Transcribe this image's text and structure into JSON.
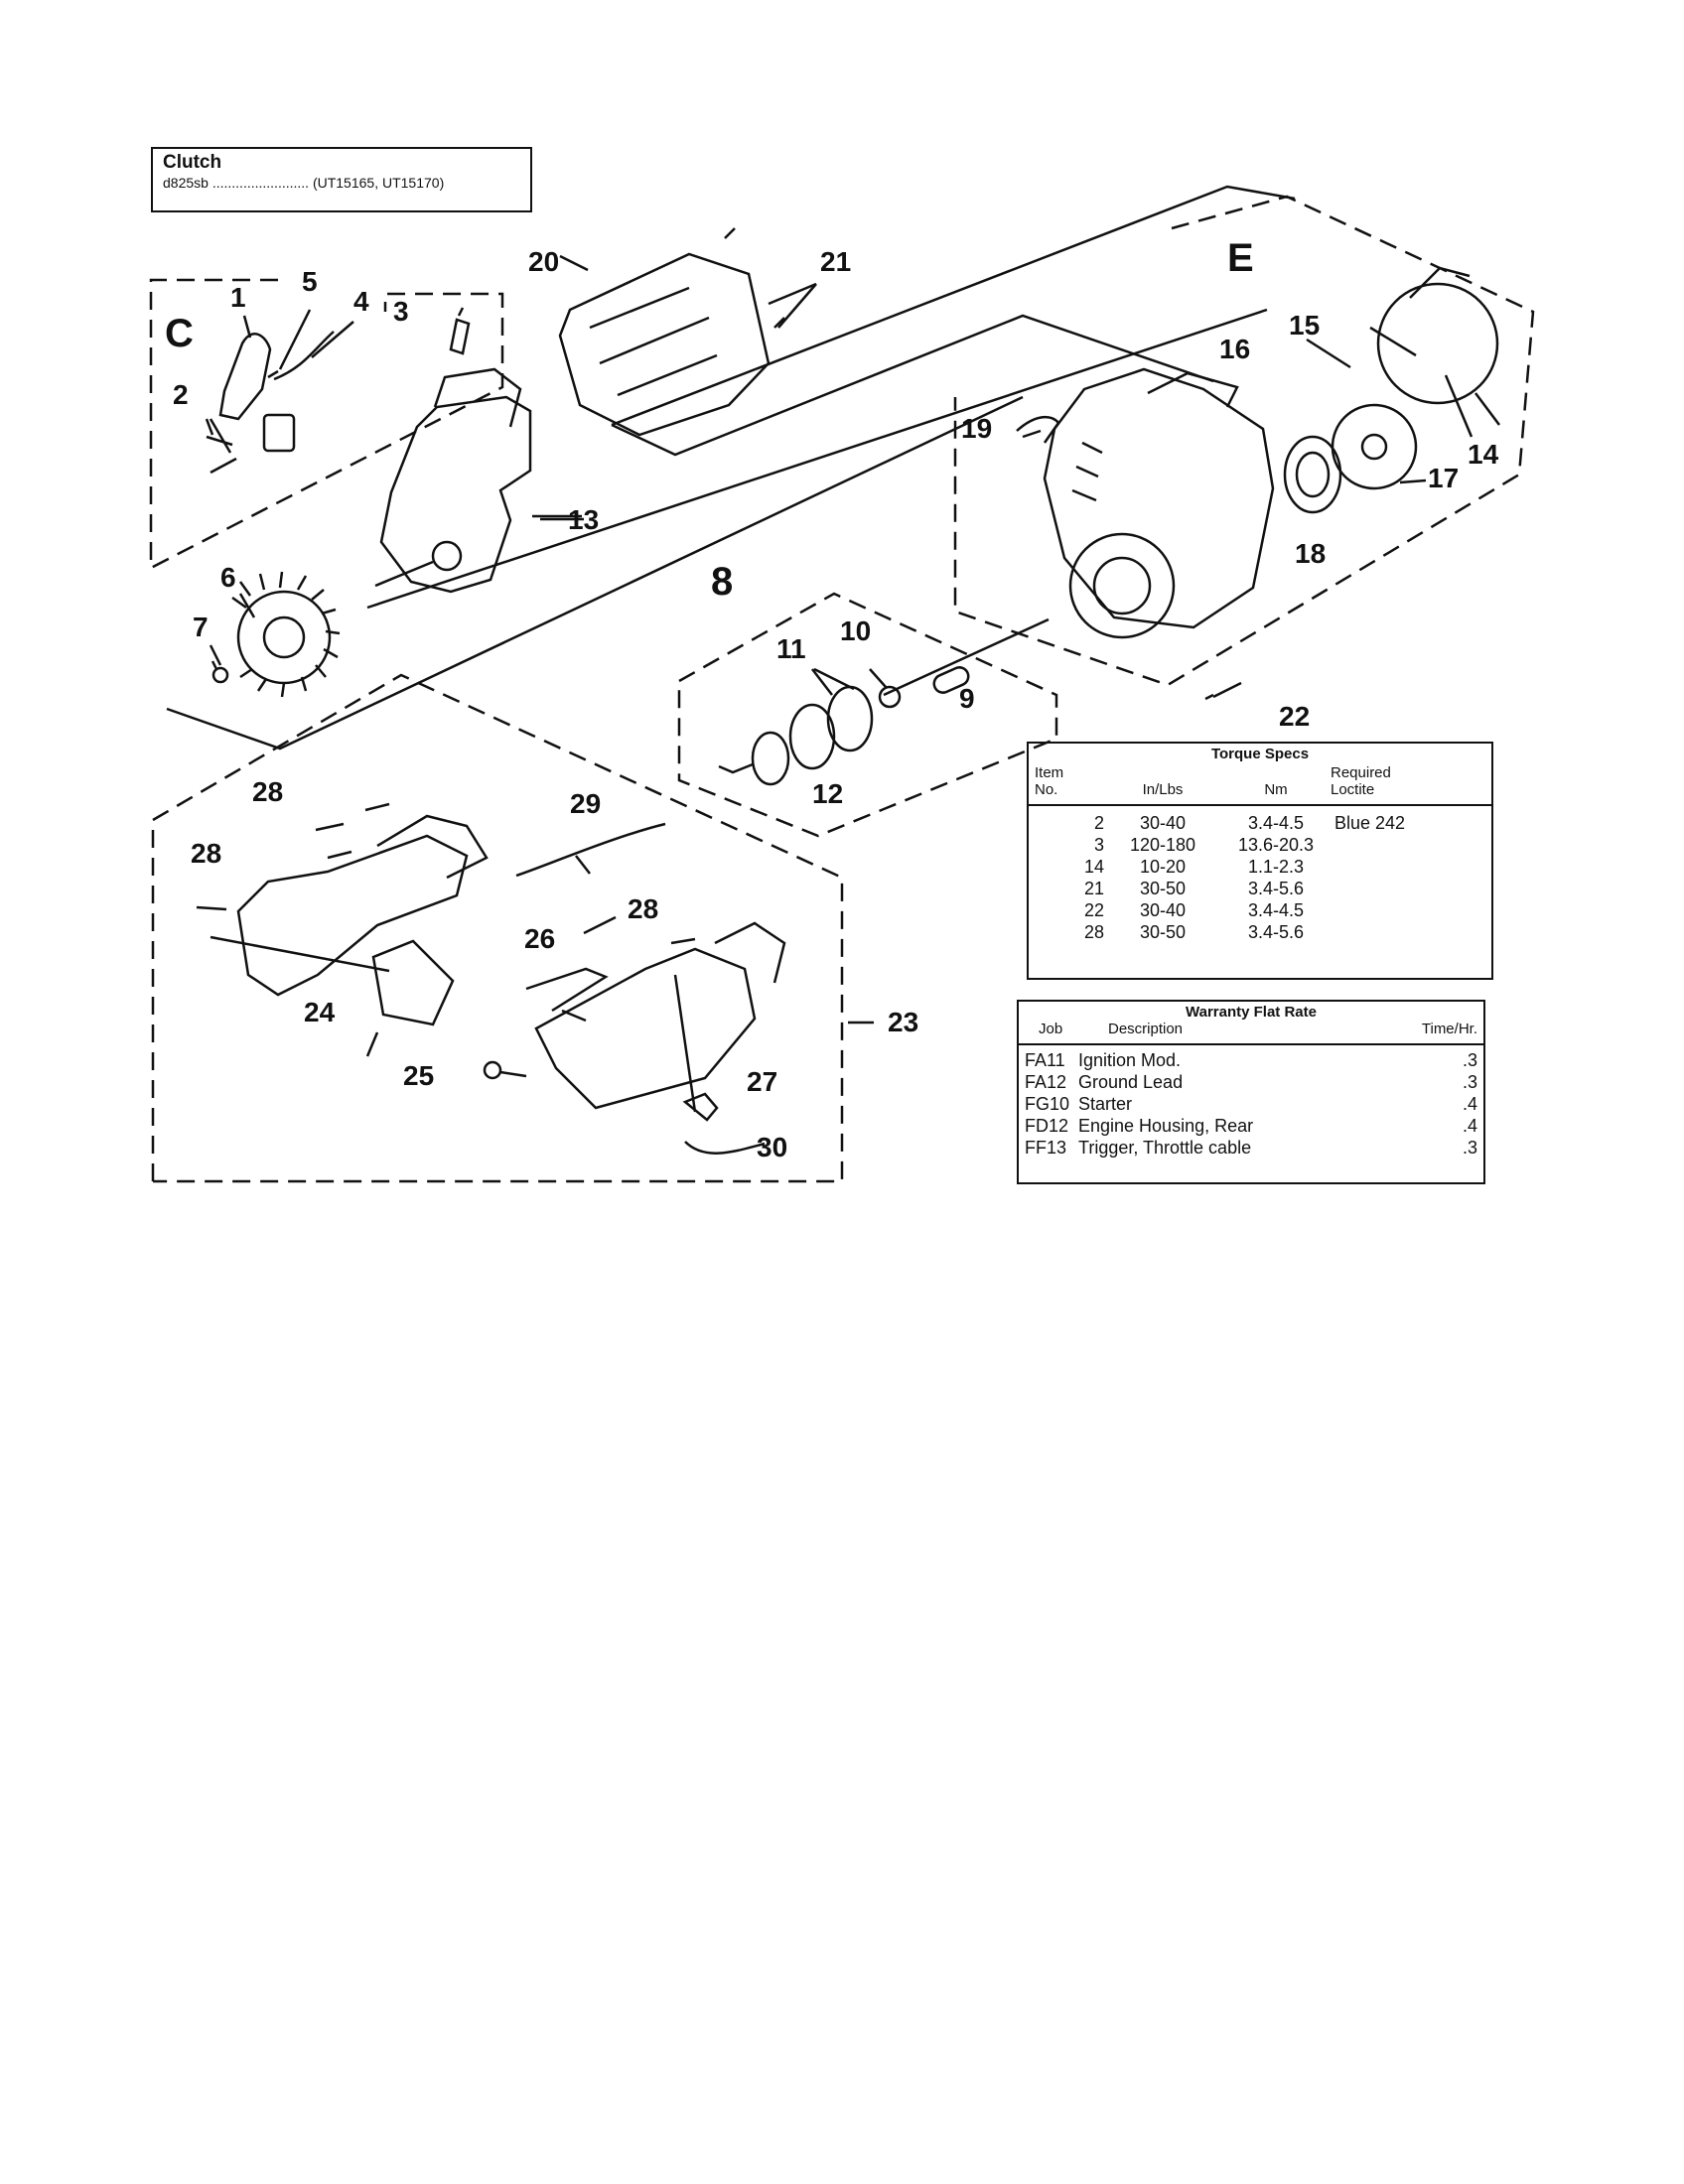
{
  "header": {
    "title": "Clutch",
    "model_line": "d825sb ......................... (UT15165, UT15170)"
  },
  "sections": [
    "C",
    "E",
    "8"
  ],
  "callouts": {
    "n1": "1",
    "n2": "2",
    "n3": "3",
    "n4": "4",
    "n5": "5",
    "n6": "6",
    "n7": "7",
    "n9": "9",
    "n10": "10",
    "n11": "11",
    "n12": "12",
    "n13": "13",
    "n14": "14",
    "n15": "15",
    "n16": "16",
    "n17": "17",
    "n18": "18",
    "n19": "19",
    "n20": "20",
    "n21": "21",
    "n22": "22",
    "n23": "23",
    "n24": "24",
    "n25": "25",
    "n26": "26",
    "n27": "27",
    "n28a": "28",
    "n28b": "28",
    "n28c": "28",
    "n29": "29",
    "n30": "30"
  },
  "torque_specs": {
    "title": "Torque Specs",
    "col_item": "Item\nNo.",
    "col_inlbs": "In/Lbs",
    "col_nm": "Nm",
    "col_loctite": "Required\nLoctite",
    "rows": [
      {
        "item": "2",
        "inlbs": "30-40",
        "nm": "3.4-4.5",
        "loctite": "Blue 242"
      },
      {
        "item": "3",
        "inlbs": "120-180",
        "nm": "13.6-20.3",
        "loctite": ""
      },
      {
        "item": "14",
        "inlbs": "10-20",
        "nm": "1.1-2.3",
        "loctite": ""
      },
      {
        "item": "21",
        "inlbs": "30-50",
        "nm": "3.4-5.6",
        "loctite": ""
      },
      {
        "item": "22",
        "inlbs": "30-40",
        "nm": "3.4-4.5",
        "loctite": ""
      },
      {
        "item": "28",
        "inlbs": "30-50",
        "nm": "3.4-5.6",
        "loctite": ""
      }
    ]
  },
  "warranty": {
    "title": "Warranty Flat Rate",
    "col_job": "Job",
    "col_desc": "Description",
    "col_time": "Time/Hr.",
    "rows": [
      {
        "job": "FA11",
        "desc": "Ignition Mod.",
        "time": ".3"
      },
      {
        "job": "FA12",
        "desc": "Ground Lead",
        "time": ".3"
      },
      {
        "job": "FG10",
        "desc": "Starter",
        "time": ".4"
      },
      {
        "job": "FD12",
        "desc": "Engine Housing, Rear",
        "time": ".4"
      },
      {
        "job": "FF13",
        "desc": "Trigger, Throttle cable",
        "time": ".3"
      }
    ]
  }
}
